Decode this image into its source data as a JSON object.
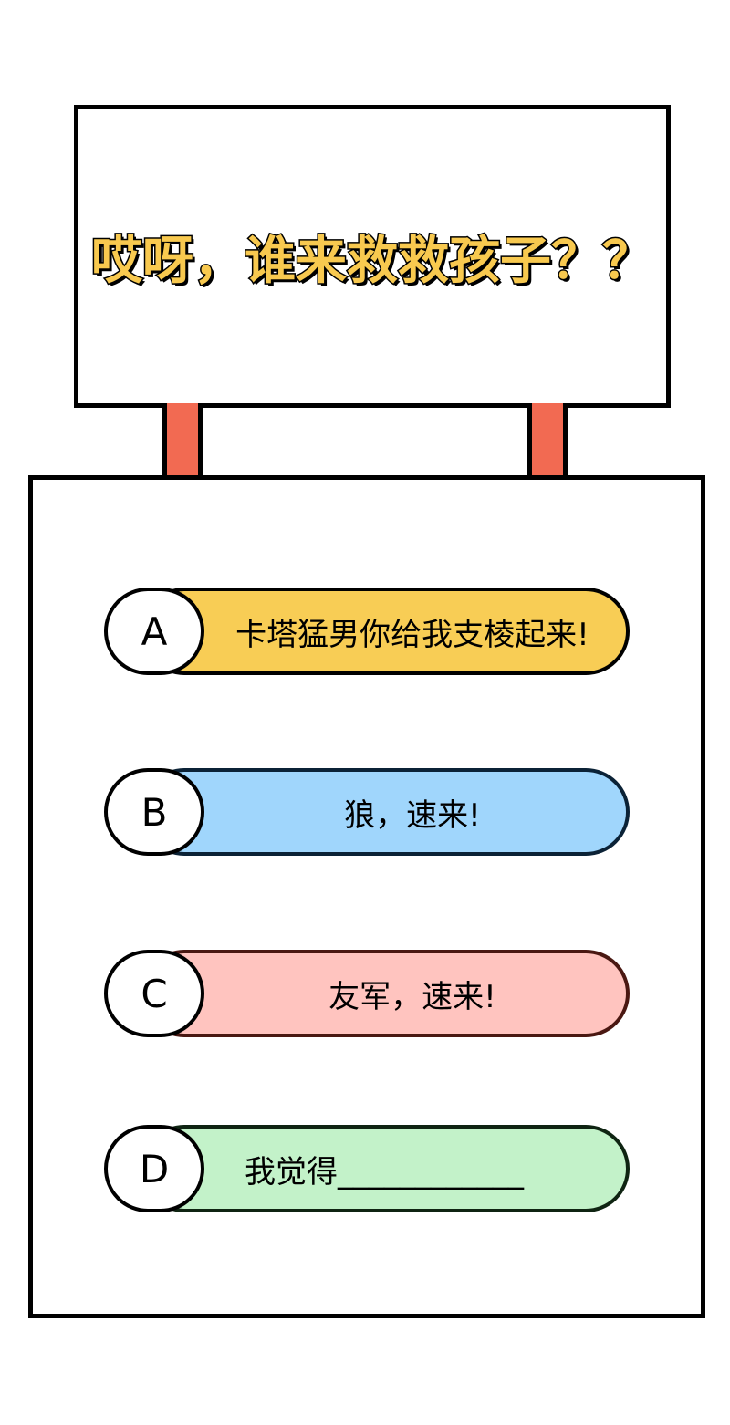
{
  "sign": {
    "title": "哎呀，谁来救救孩子？？"
  },
  "options": [
    {
      "letter": "A",
      "text": "卡塔猛男你给我支棱起来!",
      "color": "#f8cd55",
      "border": "#000000"
    },
    {
      "letter": "B",
      "text": "狼，速来!",
      "color": "#a0d6fc",
      "border": "#0b2236"
    },
    {
      "letter": "C",
      "text": "友军，速来!",
      "color": "#ffc4bf",
      "border": "#4a1812"
    },
    {
      "letter": "D",
      "text": "我觉得____________",
      "color": "#c3f2c9",
      "border": "#0f2412"
    }
  ],
  "colors": {
    "post": "#f26a52",
    "title_fill": "#f8c94f"
  }
}
